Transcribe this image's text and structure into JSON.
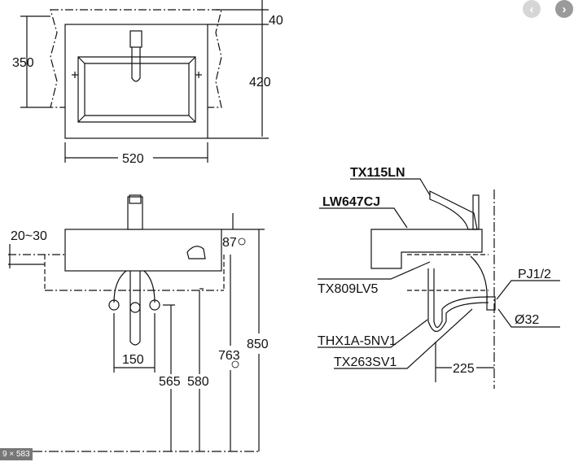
{
  "viewer": {
    "prev_icon": "chevron-left-icon",
    "next_icon": "chevron-right-icon",
    "prev_symbol": "‹",
    "next_symbol": "›",
    "image_size": "9 × 583"
  },
  "top_view": {
    "dim_depth_outer": "350",
    "dim_depth": "420",
    "dim_offset": "40",
    "dim_width": "520"
  },
  "front_view": {
    "dim_counter": "20~30",
    "dim_top": "87",
    "dim_valve_spacing": "150",
    "dim_565": "565",
    "dim_580": "580",
    "dim_763": "763",
    "dim_850": "850"
  },
  "side_view": {
    "faucet": "TX115LN",
    "basin": "LW647CJ",
    "drain": "TX809LV5",
    "valve": "PJ1/2",
    "pipe_diameter": "Ø32",
    "trap": "THX1A-5NV1",
    "wall_pipe": "TX263SV1",
    "dim_225": "225"
  }
}
